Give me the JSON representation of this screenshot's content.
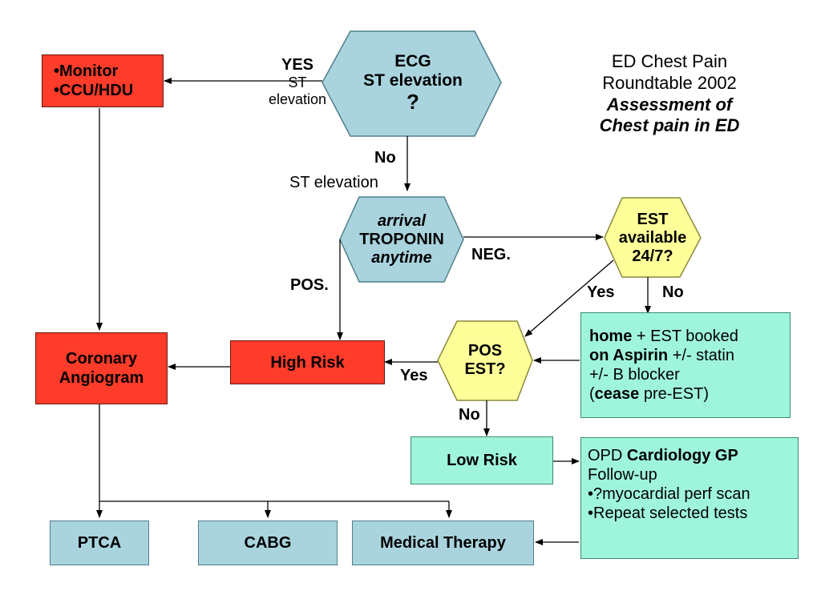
{
  "title": {
    "line1": "ED Chest Pain",
    "line2": "Roundtable 2002",
    "line3": "Assessment of",
    "line4": "Chest pain in ED"
  },
  "nodes": {
    "ecg": {
      "line1": "ECG",
      "line2": "ST elevation",
      "line3": "?"
    },
    "troponin": {
      "line1": "arrival",
      "line2": "TROPONIN",
      "line3": "anytime"
    },
    "est_available": {
      "line1": "EST",
      "line2": "available",
      "line3": "24/7?"
    },
    "pos_est": {
      "line1": "POS",
      "line2": "EST?"
    },
    "monitor": {
      "line1": "•Monitor",
      "line2": "•CCU/HDU"
    },
    "coronary_angiogram": {
      "line1": "Coronary",
      "line2": "Angiogram"
    },
    "high_risk": {
      "label": "High Risk"
    },
    "low_risk": {
      "label": "Low Risk"
    },
    "ptca": {
      "label": "PTCA"
    },
    "cabg": {
      "label": "CABG"
    },
    "medical_therapy": {
      "label": "Medical Therapy"
    },
    "home_box": {
      "home": "home",
      "home_rest": " + EST booked",
      "aspirin": "on Aspirin",
      "aspirin_rest": " +/- statin",
      "line3": "+/- B blocker",
      "open_paren": "(",
      "cease": "cease",
      "cease_rest": " pre-EST)"
    },
    "opd_box": {
      "opd": "OPD ",
      "cardiology": "Cardiology GP",
      "line2": "Follow-up",
      "line3": "•?myocardial perf scan",
      "line4": "•Repeat selected tests"
    }
  },
  "edge_labels": {
    "yes_st_1": "YES",
    "yes_st_2": "ST",
    "yes_st_3": "elevation",
    "no_st_1": "No",
    "no_st_2": "ST elevation",
    "neg": "NEG.",
    "pos": "POS.",
    "yes_est": "Yes",
    "no_est": "No",
    "yes_pos": "Yes",
    "no_pos": "No"
  },
  "colors": {
    "hex_blue": "#a9d4de",
    "hex_yellow": "#ffff99",
    "red": "#ff3b2a",
    "teal": "#a9d4de",
    "mint": "#9ff5dc"
  }
}
